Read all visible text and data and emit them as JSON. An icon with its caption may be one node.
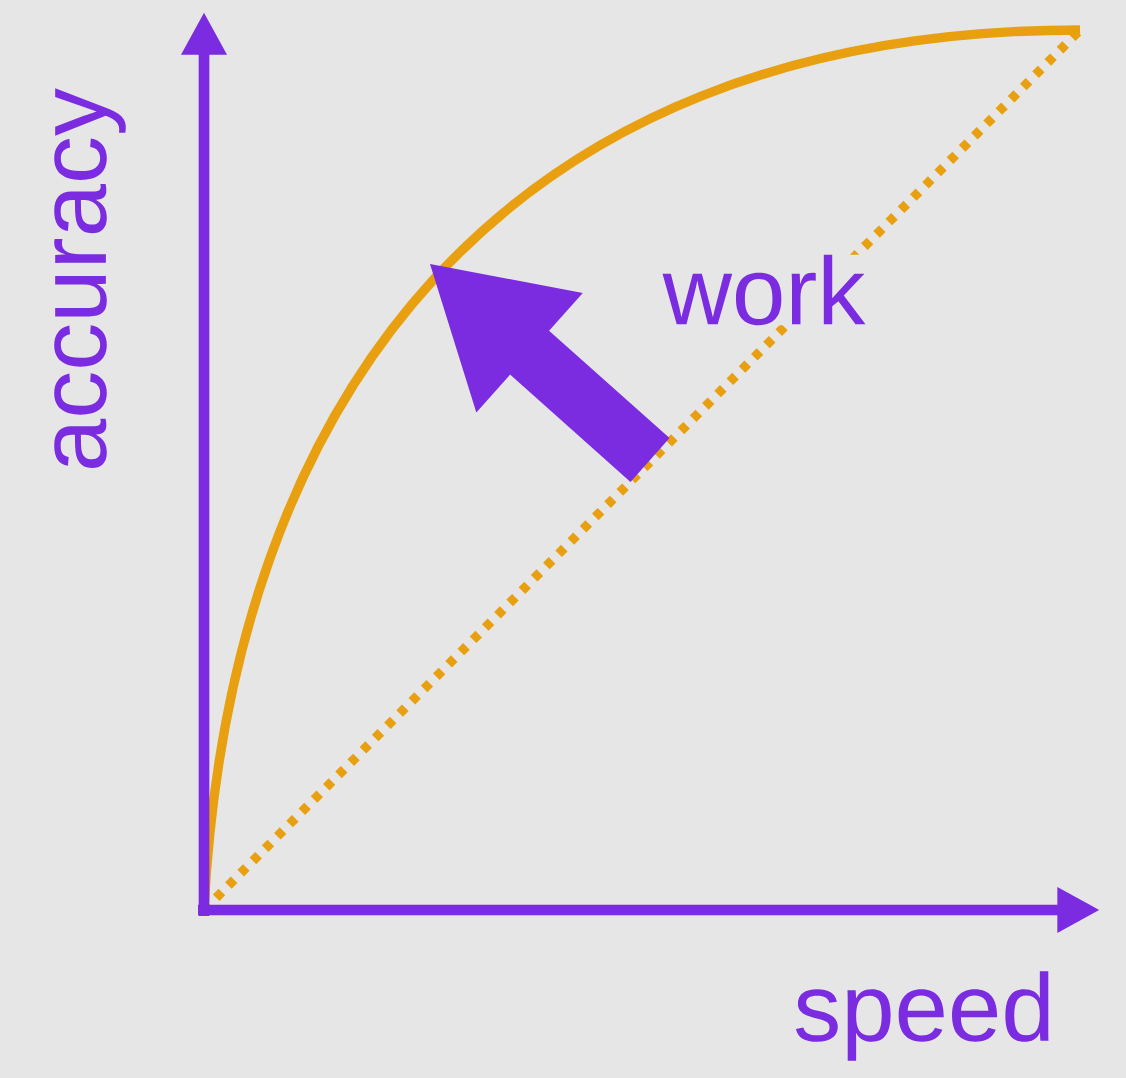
{
  "diagram": {
    "labels": [
      "accuracy",
      "work",
      "speed"
    ]
  }
}
